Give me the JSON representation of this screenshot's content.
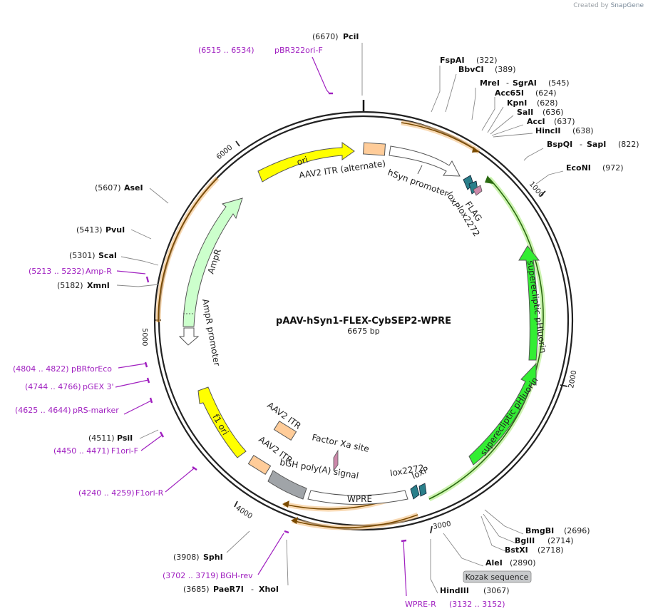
{
  "credit": {
    "prefix": "Created by",
    "brand": "SnapGene"
  },
  "plasmid": {
    "name": "pAAV-hSyn1-FLEX-CybSEP2-WPRE",
    "length_label": "6675 bp"
  },
  "ticks": [
    "1000",
    "2000",
    "3000",
    "4000",
    "5000",
    "6000"
  ],
  "enzymes": [
    {
      "pos": "(6670)",
      "name": "PciI"
    },
    {
      "name": "FspAI",
      "pos": "(322)"
    },
    {
      "name": "BbvCI",
      "pos": "(389)"
    },
    {
      "name": "MreI",
      "sep": "-",
      "name2": "SgrAI",
      "pos": "(545)"
    },
    {
      "name": "Acc65I",
      "pos": "(624)"
    },
    {
      "name": "KpnI",
      "pos": "(628)"
    },
    {
      "name": "SalI",
      "pos": "(636)"
    },
    {
      "name": "AccI",
      "pos": "(637)"
    },
    {
      "name": "HincII",
      "pos": "(638)"
    },
    {
      "name": "BspQI",
      "sep": "-",
      "name2": "SapI",
      "pos": "(822)"
    },
    {
      "name": "EcoNI",
      "pos": "(972)"
    },
    {
      "name": "BmgBI",
      "pos": "(2696)"
    },
    {
      "name": "BglII",
      "pos": "(2714)"
    },
    {
      "name": "BstXI",
      "pos": "(2718)"
    },
    {
      "name": "AleI",
      "pos": "(2890)"
    },
    {
      "name": "HindIII",
      "pos": "(3067)"
    },
    {
      "pos": "(3685)",
      "name": "PaeR7I",
      "sep": "-",
      "name2": "XhoI"
    },
    {
      "pos": "(3908)",
      "name": "SphI"
    },
    {
      "pos": "(4511)",
      "name": "PsiI"
    },
    {
      "pos": "(5182)",
      "name": "XmnI"
    },
    {
      "pos": "(5301)",
      "name": "ScaI"
    },
    {
      "pos": "(5413)",
      "name": "PvuI"
    },
    {
      "pos": "(5607)",
      "name": "AseI"
    }
  ],
  "primers": [
    {
      "range": "(6515 .. 6534)",
      "name": "pBR322ori-F"
    },
    {
      "range": "(5213 .. 5232)",
      "name": "Amp-R"
    },
    {
      "range": "(4804 .. 4822)",
      "name": "pBRforEco"
    },
    {
      "range": "(4744 .. 4766)",
      "name": "pGEX 3'"
    },
    {
      "range": "(4625 .. 4644)",
      "name": "pRS-marker"
    },
    {
      "range": "(4450 .. 4471)",
      "name": "F1ori-F"
    },
    {
      "range": "(4240 .. 4259)",
      "name": "F1ori-R"
    },
    {
      "range": "(3702 .. 3719)",
      "name": "BGH-rev"
    },
    {
      "name": "WPRE-R",
      "range": "(3132 .. 3152)"
    }
  ],
  "features": {
    "ori": "ori",
    "itr_alt": "AAV2 ITR (alternate)",
    "hsyn": "hSyn promoter",
    "loxp_top": "loxP",
    "flag": "FLAG",
    "lox2272_top": "lox2272",
    "sep1": "superecliptic pHluorin",
    "sep2": "superecliptic pHluorin",
    "ampr": "AmpR",
    "ampr_prom": "AmpR promoter",
    "f1ori": "f1 ori",
    "itr1": "AAV2 ITR",
    "itr2": "AAV2 ITR",
    "factorxa": "Factor Xa site",
    "bgh": "bGH poly(A) signal",
    "lox2272_bot": "lox2272",
    "loxp_bot": "loxP",
    "wpre": "WPRE",
    "kozak": "Kozak sequence"
  },
  "colors": {
    "backbone": "#222222",
    "ori": "#ffff00",
    "sep": "#33ee33",
    "ampr": "#ccffcc",
    "itr": "#ffcc99",
    "lox": "#2a7f8a",
    "flag": "#cc88aa",
    "bgh": "#a0a4a8",
    "orf_arc": "#f4a000",
    "primer": "#a020c0"
  }
}
